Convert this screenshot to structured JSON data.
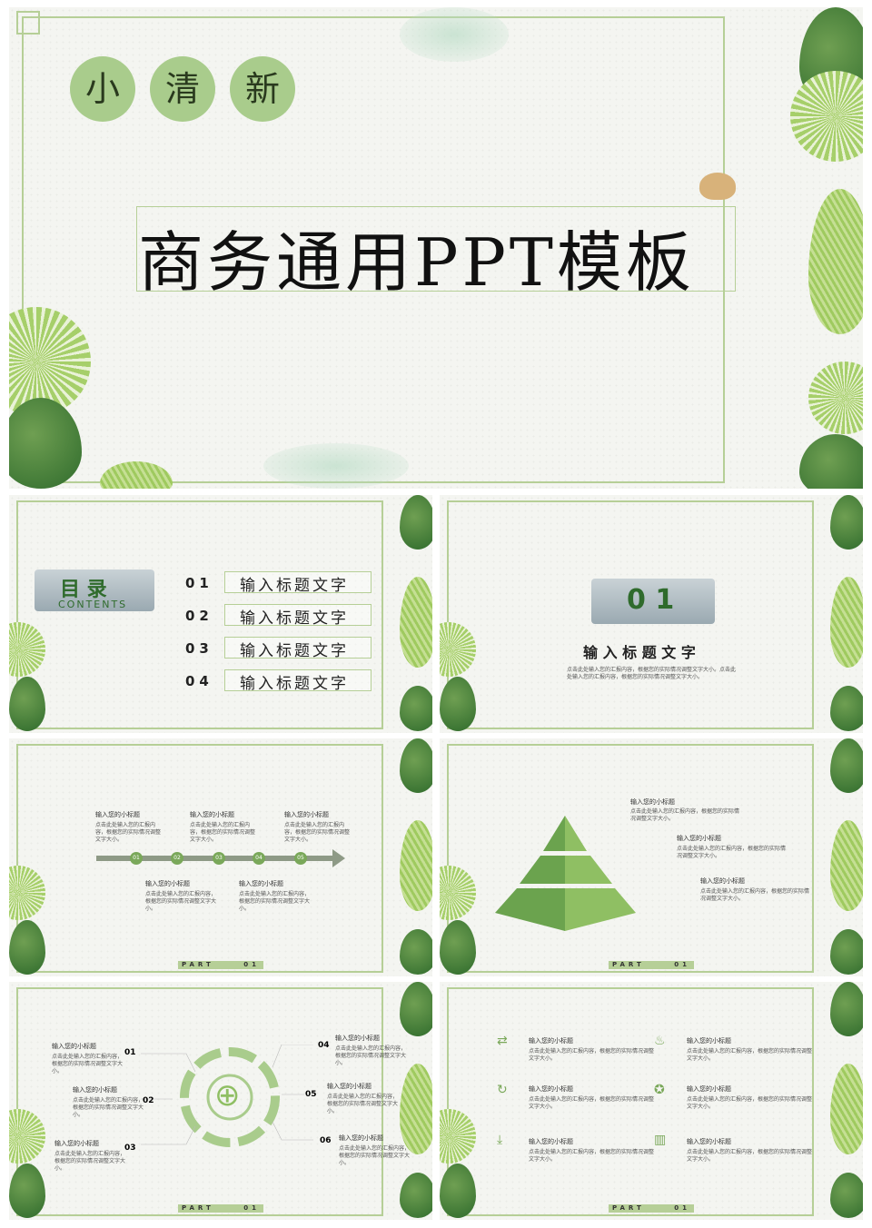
{
  "cover": {
    "chars": [
      "小",
      "清",
      "新"
    ],
    "title": "商务通用PPT模板"
  },
  "toc": {
    "sign_title": "目 录",
    "sign_sub": "CONTENTS",
    "items": [
      {
        "num": "01",
        "label": "输入标题文字"
      },
      {
        "num": "02",
        "label": "输入标题文字"
      },
      {
        "num": "03",
        "label": "输入标题文字"
      },
      {
        "num": "04",
        "label": "输入标题文字"
      }
    ]
  },
  "section": {
    "sign_num": "0 1",
    "title": "输 入 标 题 文 字",
    "body": "点击此处输入您的汇报内容，根据您的实际情况调整文字大小。点击此处输入您的汇报内容，根据您的实际情况调整文字大小。"
  },
  "common": {
    "subtitle": "输入您的小标题",
    "body": "点击此处输入您的汇报内容，根据您的实际情况调整文字大小。",
    "part_label": "PART",
    "part_num": "01"
  },
  "timeline": {
    "dots": [
      "01",
      "02",
      "03",
      "04",
      "05"
    ]
  },
  "circle_slide": {
    "nums": [
      "01",
      "02",
      "03",
      "04",
      "05",
      "06"
    ]
  },
  "icons": [
    "shuffle-icon",
    "fire-icon",
    "refresh-icon",
    "award-icon",
    "download-icon",
    "map-icon"
  ]
}
